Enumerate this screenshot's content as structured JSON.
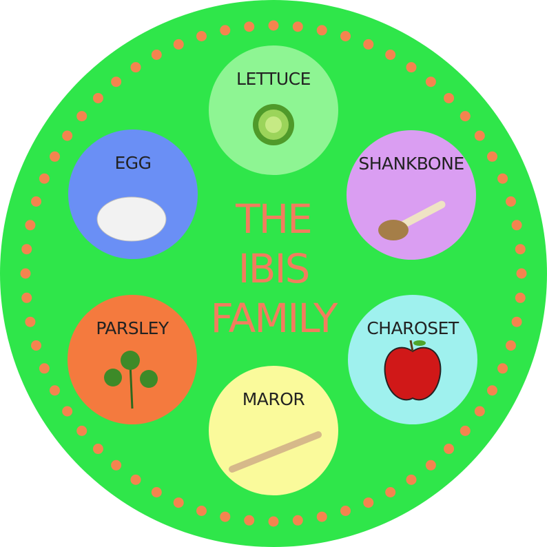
{
  "title_lines": [
    "The",
    "Ibis",
    "Family"
  ],
  "items": [
    {
      "label": "Lettuce",
      "icon": "lettuce-icon",
      "color": "#8ef593"
    },
    {
      "label": "Shankbone",
      "icon": "shankbone-icon",
      "color": "#da9ef2"
    },
    {
      "label": "Charoset",
      "icon": "apple-icon",
      "color": "#9ff1ee"
    },
    {
      "label": "Maror",
      "icon": "horseradish-icon",
      "color": "#fafa9b"
    },
    {
      "label": "Parsley",
      "icon": "parsley-icon",
      "color": "#f47a3e"
    },
    {
      "label": "Egg",
      "icon": "egg-icon",
      "color": "#6a8ff5"
    }
  ],
  "colors": {
    "plate": "#2fe64a",
    "dots": "#f4844f",
    "title": "#f27d5e"
  }
}
